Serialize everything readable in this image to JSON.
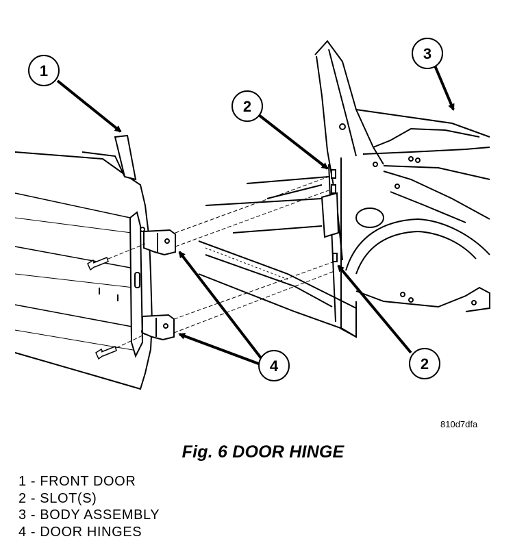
{
  "callouts": {
    "front_door": "1",
    "slot_upper": "2",
    "slot_lower": "2",
    "body_assembly": "3",
    "door_hinges": "4"
  },
  "image_code": "810d7dfa",
  "caption": "Fig. 6 DOOR HINGE",
  "legend": [
    {
      "text": "1 - FRONT DOOR"
    },
    {
      "text": "2 - SLOT(S)"
    },
    {
      "text": "3 - BODY ASSEMBLY"
    },
    {
      "text": "4 - DOOR HINGES"
    }
  ]
}
